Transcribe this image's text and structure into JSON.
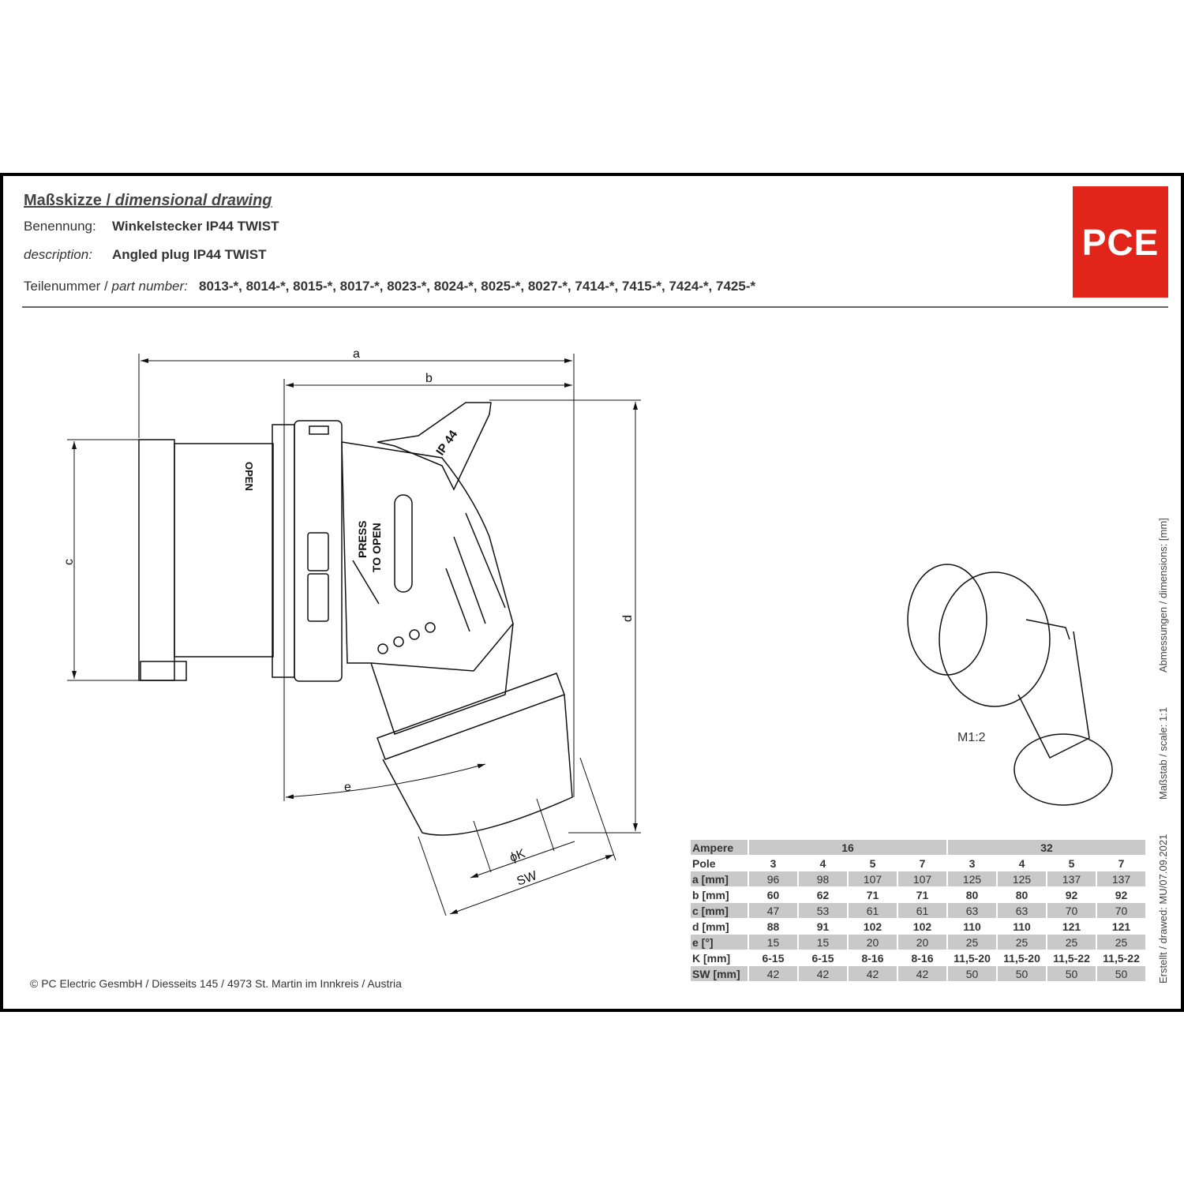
{
  "header": {
    "title_de": "Maßskizze",
    "title_sep": " / ",
    "title_en": "dimensional drawing",
    "benennung_label": "Benennung:",
    "benennung_value": "Winkelstecker IP44 TWIST",
    "description_label": "description:",
    "description_value": "Angled plug IP44 TWIST",
    "part_label_de": "Teilenummer / ",
    "part_label_en": "part number:",
    "part_value": "8013-*, 8014-*, 8015-*, 8017-*, 8023-*, 8024-*, 8025-*, 8027-*, 7414-*, 7415-*, 7424-*, 7425-*"
  },
  "logo": {
    "text": "PCE",
    "color": "#e1251b"
  },
  "drawing": {
    "dim_a": "a",
    "dim_b": "b",
    "dim_c": "c",
    "dim_d": "d",
    "dim_e": "e",
    "dim_k": "ϕK",
    "dim_sw": "SW",
    "label_ip44": "IP 44",
    "label_open": "OPEN",
    "label_press": "PRESS",
    "label_to_open": "TO OPEN",
    "scale_label": "M1:2"
  },
  "side": {
    "dimensions": "Abmessungen / dimensions: [mm]",
    "scale": "Maßstab / scale: 1:1",
    "drawn": "Erstellt / drawed: MU/07.09.2021"
  },
  "footer": {
    "copyright": "© PC Electric GesmbH / Diesseits 145 / 4973 St. Martin im Innkreis / Austria"
  },
  "table": {
    "ampere_label": "Ampere",
    "ampere_groups": [
      "16",
      "32"
    ],
    "rows": [
      {
        "label": "Pole",
        "values": [
          "3",
          "4",
          "5",
          "7",
          "3",
          "4",
          "5",
          "7"
        ]
      },
      {
        "label": "a [mm]",
        "values": [
          "96",
          "98",
          "107",
          "107",
          "125",
          "125",
          "137",
          "137"
        ]
      },
      {
        "label": "b [mm]",
        "values": [
          "60",
          "62",
          "71",
          "71",
          "80",
          "80",
          "92",
          "92"
        ]
      },
      {
        "label": "c [mm]",
        "values": [
          "47",
          "53",
          "61",
          "61",
          "63",
          "63",
          "70",
          "70"
        ]
      },
      {
        "label": "d [mm]",
        "values": [
          "88",
          "91",
          "102",
          "102",
          "110",
          "110",
          "121",
          "121"
        ]
      },
      {
        "label": "e [°]",
        "values": [
          "15",
          "15",
          "20",
          "20",
          "25",
          "25",
          "25",
          "25"
        ]
      },
      {
        "label": "K [mm]",
        "values": [
          "6-15",
          "6-15",
          "8-16",
          "8-16",
          "11,5-20",
          "11,5-20",
          "11,5-22",
          "11,5-22"
        ]
      },
      {
        "label": "SW [mm]",
        "values": [
          "42",
          "42",
          "42",
          "42",
          "50",
          "50",
          "50",
          "50"
        ]
      }
    ]
  }
}
